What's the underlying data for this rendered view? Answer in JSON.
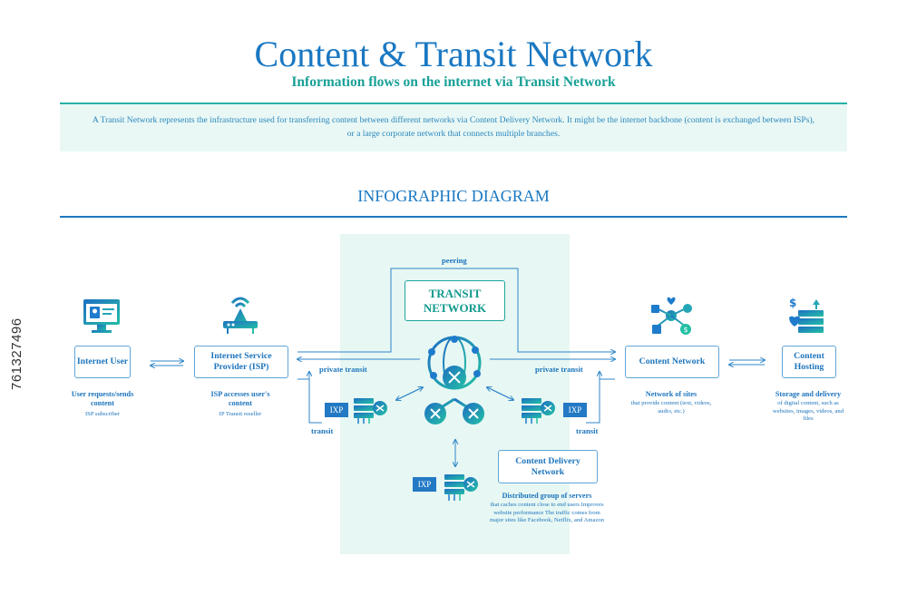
{
  "header": {
    "title": "Content & Transit Network",
    "subtitle": "Information flows on the internet via Transit Network",
    "description": "A Transit Network represents the infrastructure used for transferring content between different networks via Content Delivery Network. It might be the internet backbone (content is exchanged between ISPs), or a large corporate network that connects multiple branches."
  },
  "section_title": "INFOGRAPHIC DIAGRAM",
  "nodes": {
    "internet_user": {
      "label": "Internet User",
      "caption": "User requests/sends content",
      "sub": "ISP subscriber"
    },
    "isp": {
      "label": "Internet Service Provider (ISP)",
      "caption": "ISP accesses user's content",
      "sub": "IP Transit reseller"
    },
    "transit": {
      "label": "TRANSIT NETWORK"
    },
    "content_network": {
      "label": "Content Network",
      "caption": "Network of sites",
      "sub": "that provide content (text, videos, audio, etc.)"
    },
    "content_hosting": {
      "label": "Content Hosting",
      "caption": "Storage and delivery",
      "sub": "of digital content, such as websites, images, videos, and files"
    },
    "cdn": {
      "label": "Content Delivery Network",
      "caption": "Distributed group of servers",
      "sub": "that caches content close to end users Improves website performance The traffic comes from major sites like Facebook, Netflix, and Amazon"
    }
  },
  "links": {
    "peering": "peering",
    "private_transit_left": "private transit",
    "private_transit_right": "private transit",
    "transit_left": "transit",
    "transit_right": "transit",
    "ixp": "IXP"
  },
  "stamp": "761327496",
  "colors": {
    "blue": "#1a78c2",
    "teal": "#18a097",
    "panel": "#e7f7f3"
  },
  "icons": [
    "monitor-user-icon",
    "isp-router-icon",
    "globe-network-icon",
    "server-switch-icon",
    "content-network-icon",
    "content-hosting-icon"
  ]
}
